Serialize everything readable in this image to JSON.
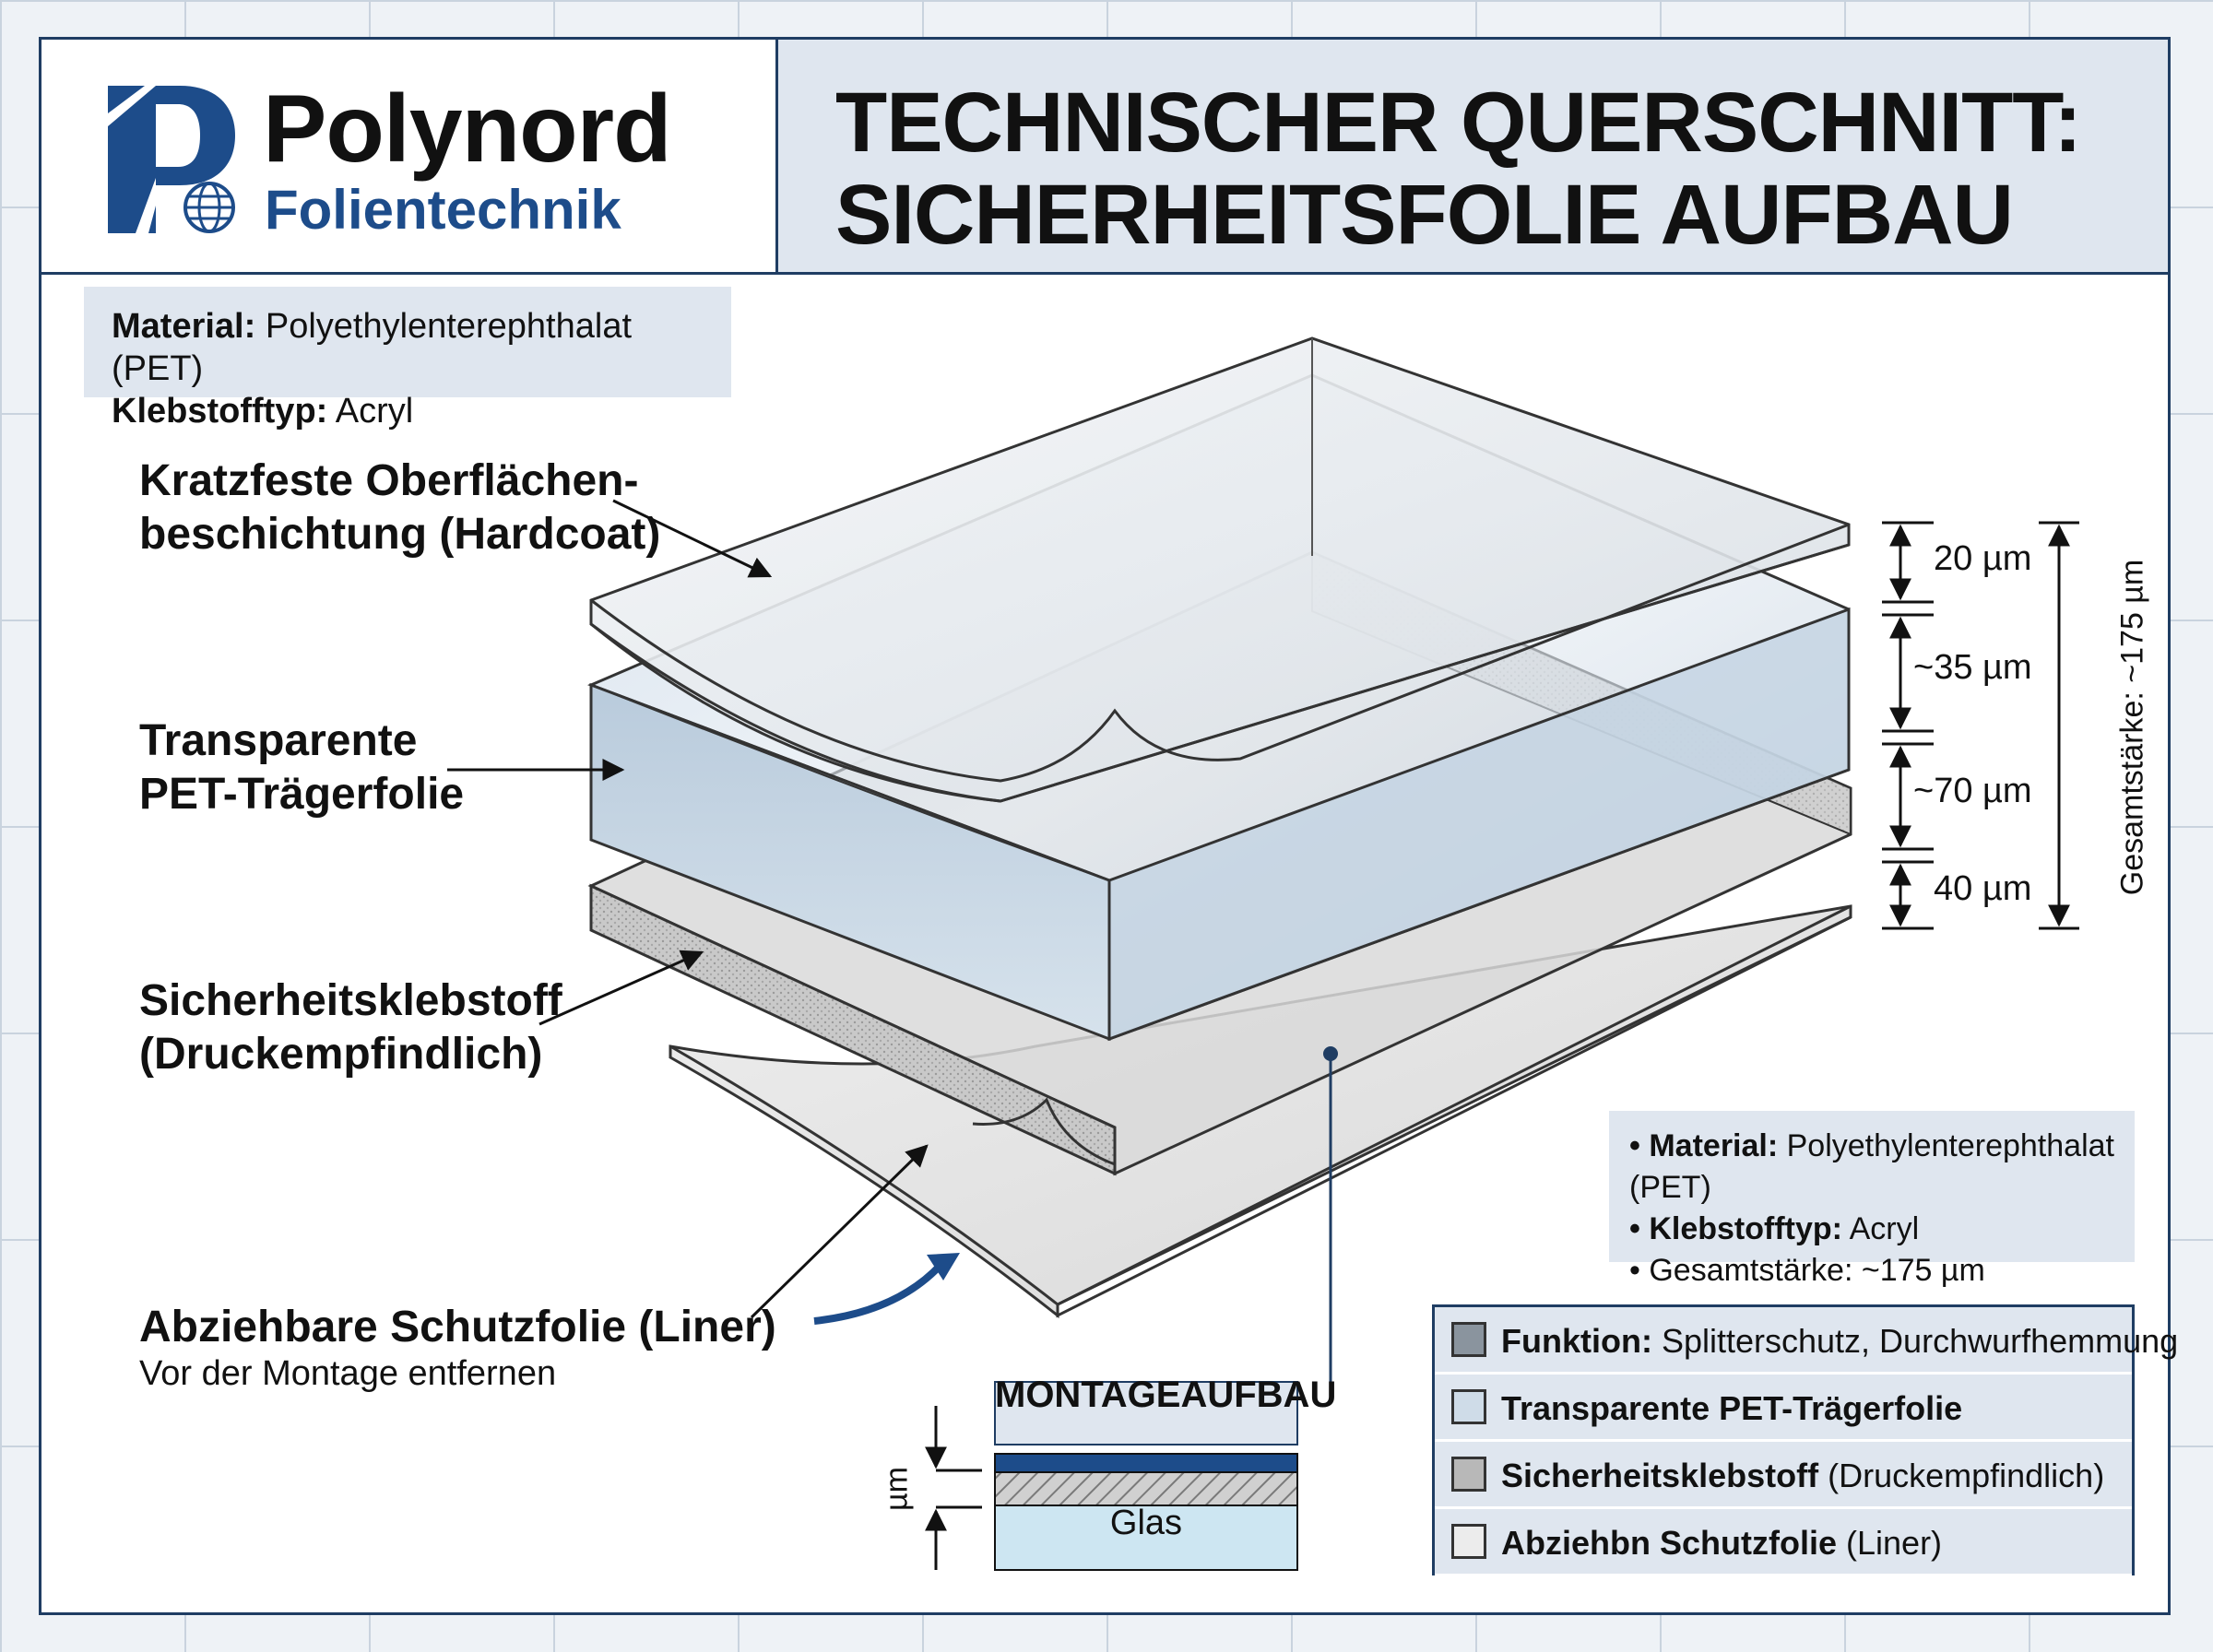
{
  "brand": {
    "name": "Polynord",
    "subtitle": "Folientechnik",
    "logo_color": "#1d4c8a"
  },
  "title": {
    "line1": "TECHNISCHER QUERSCHNITT:",
    "line2": "SICHERHEITSFOLIE AUFBAU"
  },
  "spec_top": {
    "material_label": "Material:",
    "material_value": "Polyethylenterephthalat (PET)",
    "adhesive_label": "Klebstofftyp:",
    "adhesive_value": "Acryl"
  },
  "layers": {
    "hardcoat_line1": "Kratzfeste Oberflächen-",
    "hardcoat_line2": "beschichtung (Hardcoat)",
    "pet_line1": "Transparente",
    "pet_line2": "PET-Trägerfolie",
    "adhesive_line1": "Sicherheitsklebstoff",
    "adhesive_line2": "(Druckempfindlich)",
    "liner_line1": "Abziehbare Schutzfolie (Liner)",
    "liner_note": "Vor der Montage entfernen"
  },
  "dimensions": {
    "d1": "20 µm",
    "d2": "~35 µm",
    "d3": "~70 µm",
    "d4": "40 µm",
    "total": "Gesamtstärke: ~175 µm"
  },
  "spec_bottom": {
    "b1_label": "• Material:",
    "b1_value": "Polyethylenterephthalat (PET)",
    "b2_label": "• Klebstofftyp:",
    "b2_value": "Acryl",
    "b3_text": "• Gesamtstärke: ~175 µm"
  },
  "legend": [
    {
      "label": "Funktion:",
      "value": "Splitterschutz, Durchwurfhemmung",
      "color": "#8a949e"
    },
    {
      "label": "Transparente PET-Trägerfolie",
      "value": "",
      "color": "#cfdce8"
    },
    {
      "label": "Sicherheitsklebstoff",
      "value": "(Druckempfindlich)",
      "color": "#b8b8b8"
    },
    {
      "label": "Abziehbn Schutzfolie",
      "value": "(Liner)",
      "color": "#ececec"
    }
  ],
  "mount": {
    "title": "MONTAGEAUFBAU",
    "glass": "Glas",
    "unit": "µm"
  },
  "colors": {
    "frame": "#1f3d63",
    "panel": "#dfe6ef",
    "accent_blue": "#1d4c8a"
  }
}
